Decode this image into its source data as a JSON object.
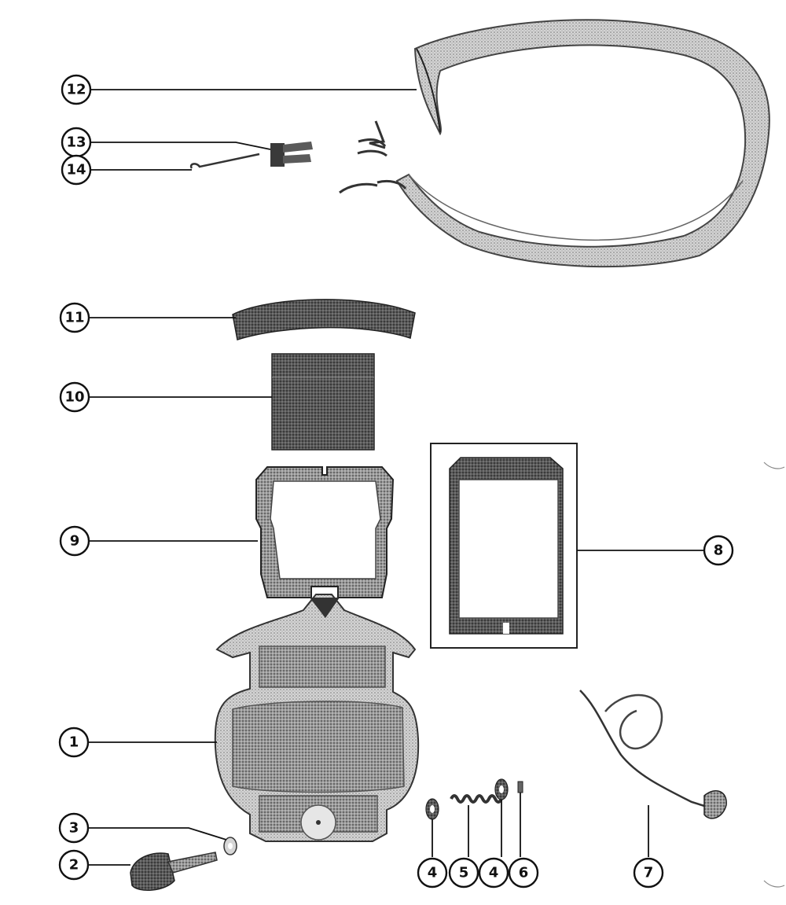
{
  "callouts": [
    {
      "id": "1",
      "label": "1"
    },
    {
      "id": "2",
      "label": "2"
    },
    {
      "id": "3",
      "label": "3"
    },
    {
      "id": "4a",
      "label": "4"
    },
    {
      "id": "5",
      "label": "5"
    },
    {
      "id": "4b",
      "label": "4"
    },
    {
      "id": "6",
      "label": "6"
    },
    {
      "id": "7",
      "label": "7"
    },
    {
      "id": "8",
      "label": "8"
    },
    {
      "id": "9",
      "label": "9"
    },
    {
      "id": "10",
      "label": "10"
    },
    {
      "id": "11",
      "label": "11"
    },
    {
      "id": "12",
      "label": "12"
    },
    {
      "id": "13",
      "label": "13"
    },
    {
      "id": "14",
      "label": "14"
    }
  ],
  "colors": {
    "ink": "#111111",
    "dark_part": "#4a4a4a",
    "mid_part": "#8a8a8a",
    "light_part": "#c8c8c8",
    "background": "#ffffff"
  }
}
